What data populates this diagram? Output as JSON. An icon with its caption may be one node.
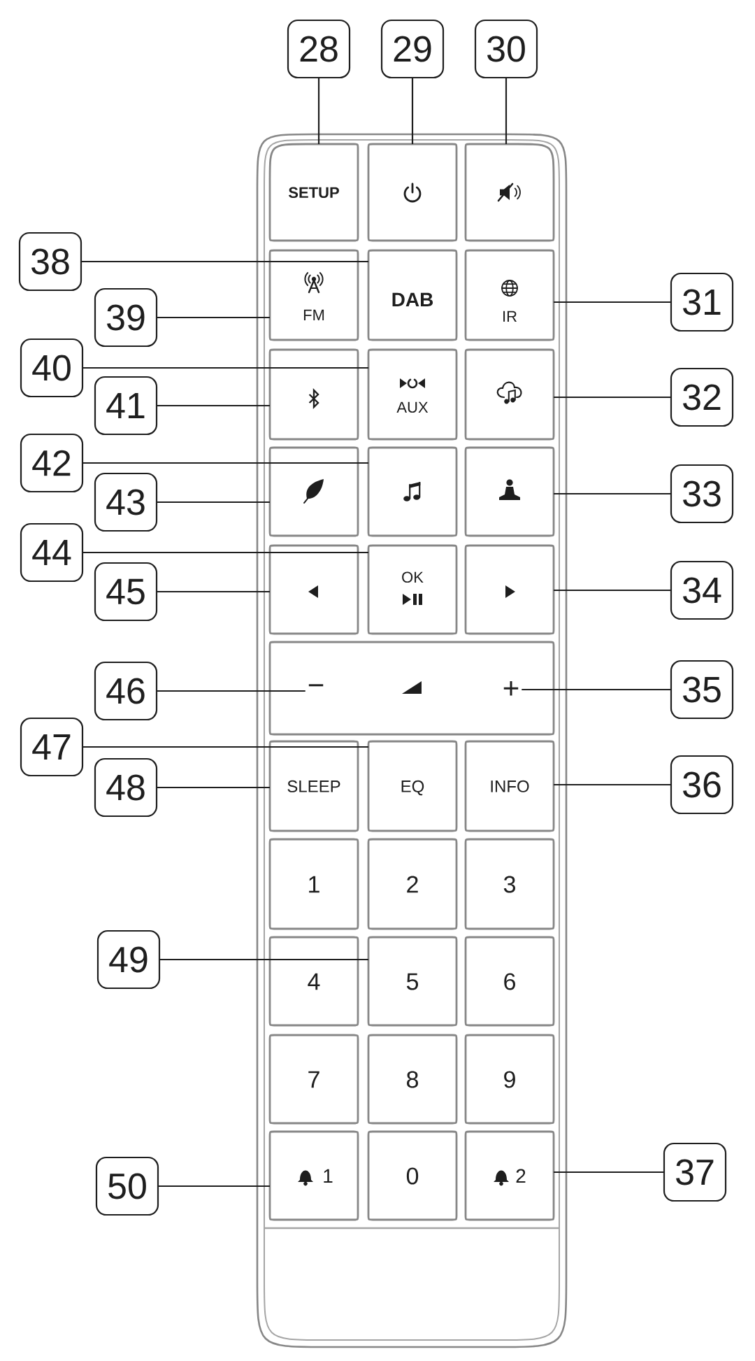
{
  "diagram": {
    "nodes": [
      {
        "text": [],
        "shape": "box"
      },
      {
        "text": [
          "SETUP"
        ],
        "in": 0
      },
      {
        "text": [],
        "shape": "box",
        "in": 0
      },
      {
        "text": [],
        "shape": "box",
        "in": 0
      },
      {
        "text": [
          "FM"
        ],
        "in": 0
      },
      {
        "text": [
          "DAB"
        ],
        "in": 0
      },
      {
        "text": [
          "IR"
        ],
        "in": 0
      },
      {
        "text": [],
        "shape": "box",
        "in": 0
      },
      {
        "text": [
          "AUX"
        ],
        "in": 0
      },
      {
        "text": [],
        "shape": "box",
        "in": 0
      },
      {
        "text": [],
        "shape": "box",
        "in": 0
      },
      {
        "text": [],
        "shape": "box",
        "in": 0
      },
      {
        "text": [],
        "shape": "box",
        "in": 0
      },
      {
        "text": [],
        "shape": "box",
        "in": 0
      },
      {
        "text": [
          "OK"
        ],
        "in": 0
      },
      {
        "text": [],
        "shape": "box",
        "in": 0
      },
      {
        "text": [],
        "shape": "box",
        "in": 0
      },
      {
        "text": [
          "−"
        ],
        "in": 16
      },
      {
        "text": [
          "+"
        ],
        "in": 16
      },
      {
        "text": [
          "SLEEP"
        ],
        "in": 0
      },
      {
        "text": [
          "EQ"
        ],
        "in": 0
      },
      {
        "text": [
          "INFO"
        ],
        "in": 0
      },
      {
        "text": [
          "1"
        ],
        "in": 0
      },
      {
        "text": [
          "2"
        ],
        "in": 0
      },
      {
        "text": [
          "3"
        ],
        "in": 0
      },
      {
        "text": [
          "4"
        ],
        "in": 0
      },
      {
        "text": [
          "5"
        ],
        "in": 0
      },
      {
        "text": [
          "6"
        ],
        "in": 0
      },
      {
        "text": [
          "7"
        ],
        "in": 0
      },
      {
        "text": [
          "8"
        ],
        "in": 0
      },
      {
        "text": [
          "9"
        ],
        "in": 0
      },
      {
        "text": [
          "1"
        ],
        "in": 0
      },
      {
        "text": [
          "0"
        ],
        "in": 0
      },
      {
        "text": [
          "2"
        ],
        "in": 0
      },
      {
        "text": [
          "28"
        ]
      },
      {
        "text": [
          "29"
        ]
      },
      {
        "text": [
          "30"
        ]
      },
      {
        "text": [
          "38"
        ]
      },
      {
        "text": [
          "39"
        ]
      },
      {
        "text": [
          "31"
        ]
      },
      {
        "text": [
          "40"
        ]
      },
      {
        "text": [
          "41"
        ]
      },
      {
        "text": [
          "32"
        ]
      },
      {
        "text": [
          "42"
        ]
      },
      {
        "text": [
          "43"
        ]
      },
      {
        "text": [
          "33"
        ]
      },
      {
        "text": [
          "44"
        ]
      },
      {
        "text": [
          "45"
        ]
      },
      {
        "text": [
          "34"
        ]
      },
      {
        "text": [
          "46"
        ]
      },
      {
        "text": [
          "35"
        ]
      },
      {
        "text": [
          "47"
        ]
      },
      {
        "text": [
          "48"
        ]
      },
      {
        "text": [
          "36"
        ]
      },
      {
        "text": [
          "49"
        ]
      },
      {
        "text": [
          "50"
        ]
      },
      {
        "text": [
          "37"
        ]
      }
    ],
    "edges": [
      {
        "from": 34,
        "to": 1,
        "arrow": "none"
      },
      {
        "from": 35,
        "to": 2,
        "arrow": "none"
      },
      {
        "from": 36,
        "to": 3,
        "arrow": "none"
      },
      {
        "from": 37,
        "to": 5,
        "arrow": "none"
      },
      {
        "from": 38,
        "to": 4,
        "arrow": "none"
      },
      {
        "from": 39,
        "to": 6,
        "arrow": "none"
      },
      {
        "from": 40,
        "to": 8,
        "arrow": "none"
      },
      {
        "from": 41,
        "to": 7,
        "arrow": "none"
      },
      {
        "from": 42,
        "to": 9,
        "arrow": "none"
      },
      {
        "from": 43,
        "to": 11,
        "arrow": "none"
      },
      {
        "from": 44,
        "to": 10,
        "arrow": "none"
      },
      {
        "from": 45,
        "to": 12,
        "arrow": "none"
      },
      {
        "from": 46,
        "to": 14,
        "arrow": "none"
      },
      {
        "from": 47,
        "to": 13,
        "arrow": "none"
      },
      {
        "from": 48,
        "to": 15,
        "arrow": "none"
      },
      {
        "from": 49,
        "to": 17,
        "arrow": "none"
      },
      {
        "from": 50,
        "to": 18,
        "arrow": "none"
      },
      {
        "from": 51,
        "to": 20,
        "arrow": "none"
      },
      {
        "from": 52,
        "to": 19,
        "arrow": "none"
      },
      {
        "from": 53,
        "to": 21,
        "arrow": "none"
      },
      {
        "from": 54,
        "to": 26,
        "arrow": "none"
      },
      {
        "from": 55,
        "to": 31,
        "arrow": "none"
      },
      {
        "from": 56,
        "to": 33,
        "arrow": "none"
      }
    ]
  }
}
